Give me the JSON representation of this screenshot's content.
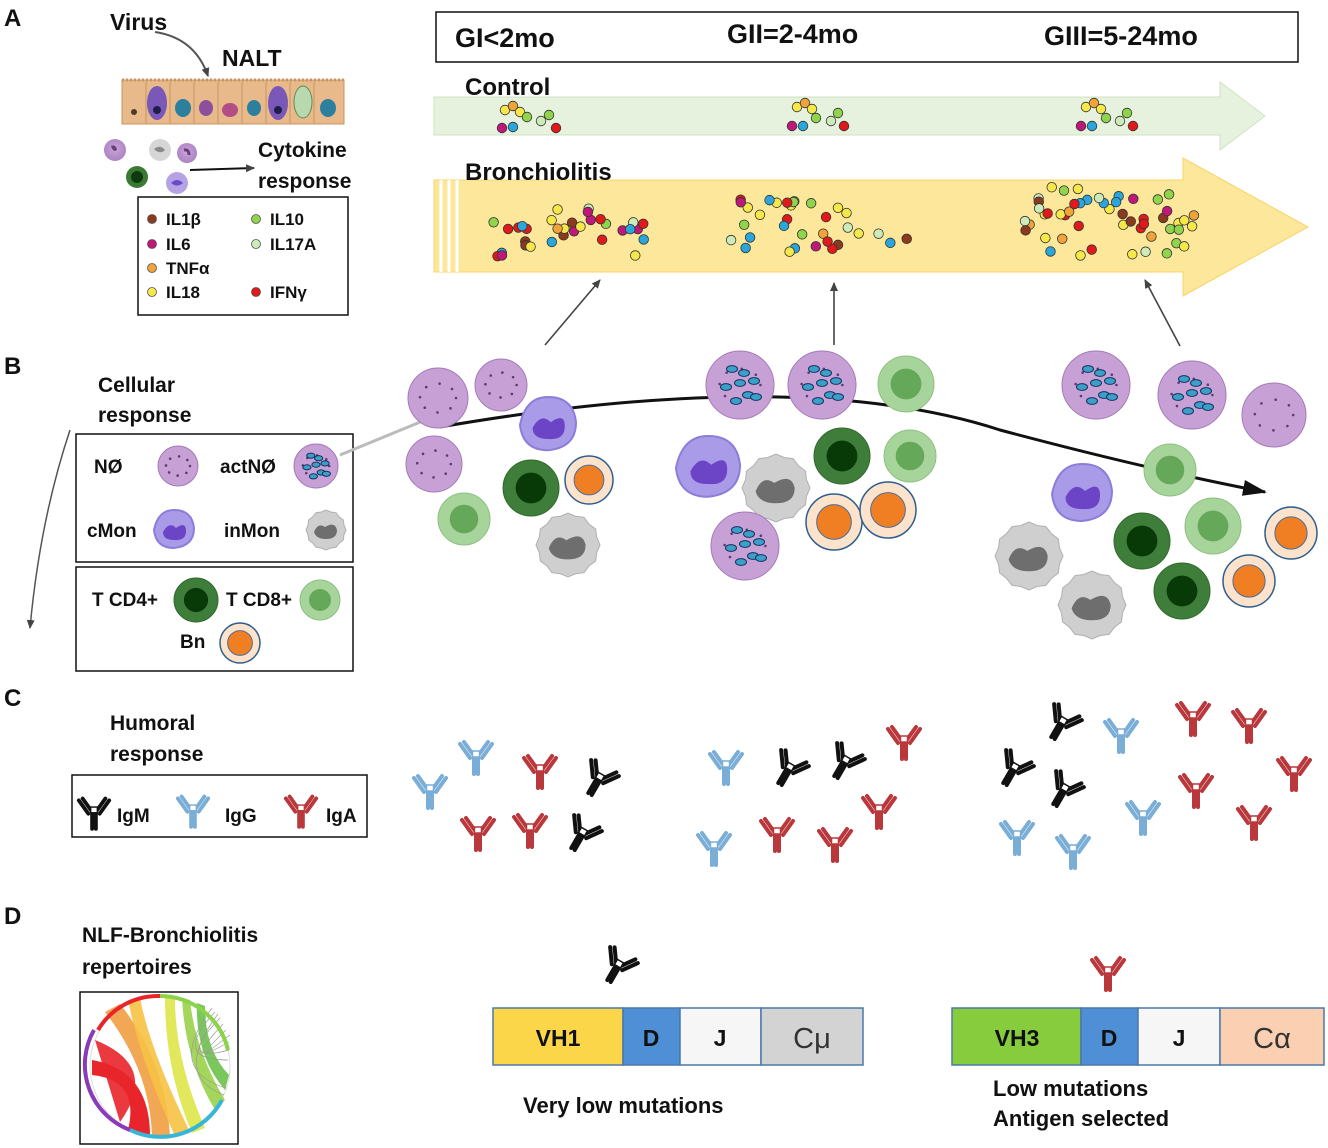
{
  "panels": {
    "a": "A",
    "b": "B",
    "c": "C",
    "d": "D"
  },
  "panel_a": {
    "virus_label": "Virus",
    "nalt_label": "NALT",
    "cytokine_response": [
      "Cytokine",
      "response"
    ],
    "cytokine_legend": [
      {
        "name": "IL1β",
        "color": "#8b3a1e"
      },
      {
        "name": "IL10",
        "color": "#8fd44a"
      },
      {
        "name": "IL6",
        "color": "#c01879"
      },
      {
        "name": "IL17A",
        "color": "#cdebb8"
      },
      {
        "name": "TNFα",
        "color": "#f0a33a"
      },
      {
        "name": "IL18",
        "color": "#f7e84a"
      },
      {
        "name": "IFNγ",
        "color": "#e01a1a"
      }
    ]
  },
  "timeline": {
    "groups": [
      "GI<2mo",
      "GII=2-4mo",
      "GIII=5-24mo"
    ],
    "control_label": "Control",
    "bronchiolitis_label": "Bronchiolitis"
  },
  "panel_b": {
    "title": [
      "Cellular",
      "response"
    ],
    "legend": {
      "neutrophil": "NØ",
      "activated_neutrophil": "actNØ",
      "classical_monocyte": "cMon",
      "inflammatory_monocyte": "inMon",
      "t_cd4": "T CD4+",
      "t_cd8": "T CD8+",
      "b_naive": "Bn"
    }
  },
  "panel_c": {
    "title": [
      "Humoral",
      "response"
    ],
    "legend": {
      "igm": "IgM",
      "igg": "IgG",
      "iga": "IgA"
    },
    "colors": {
      "igm": "#111111",
      "igg": "#7aaed6",
      "iga": "#b8383c"
    }
  },
  "panel_d": {
    "title": [
      "NLF-Bronchiolitis",
      "repertoires"
    ],
    "gene_left": {
      "segments": [
        "VH1",
        "D",
        "J",
        "Cμ"
      ],
      "note": [
        "Very low mutations"
      ]
    },
    "gene_right": {
      "segments": [
        "VH3",
        "D",
        "J",
        "Cα"
      ],
      "note": [
        "Low mutations",
        "Antigen selected"
      ]
    }
  }
}
